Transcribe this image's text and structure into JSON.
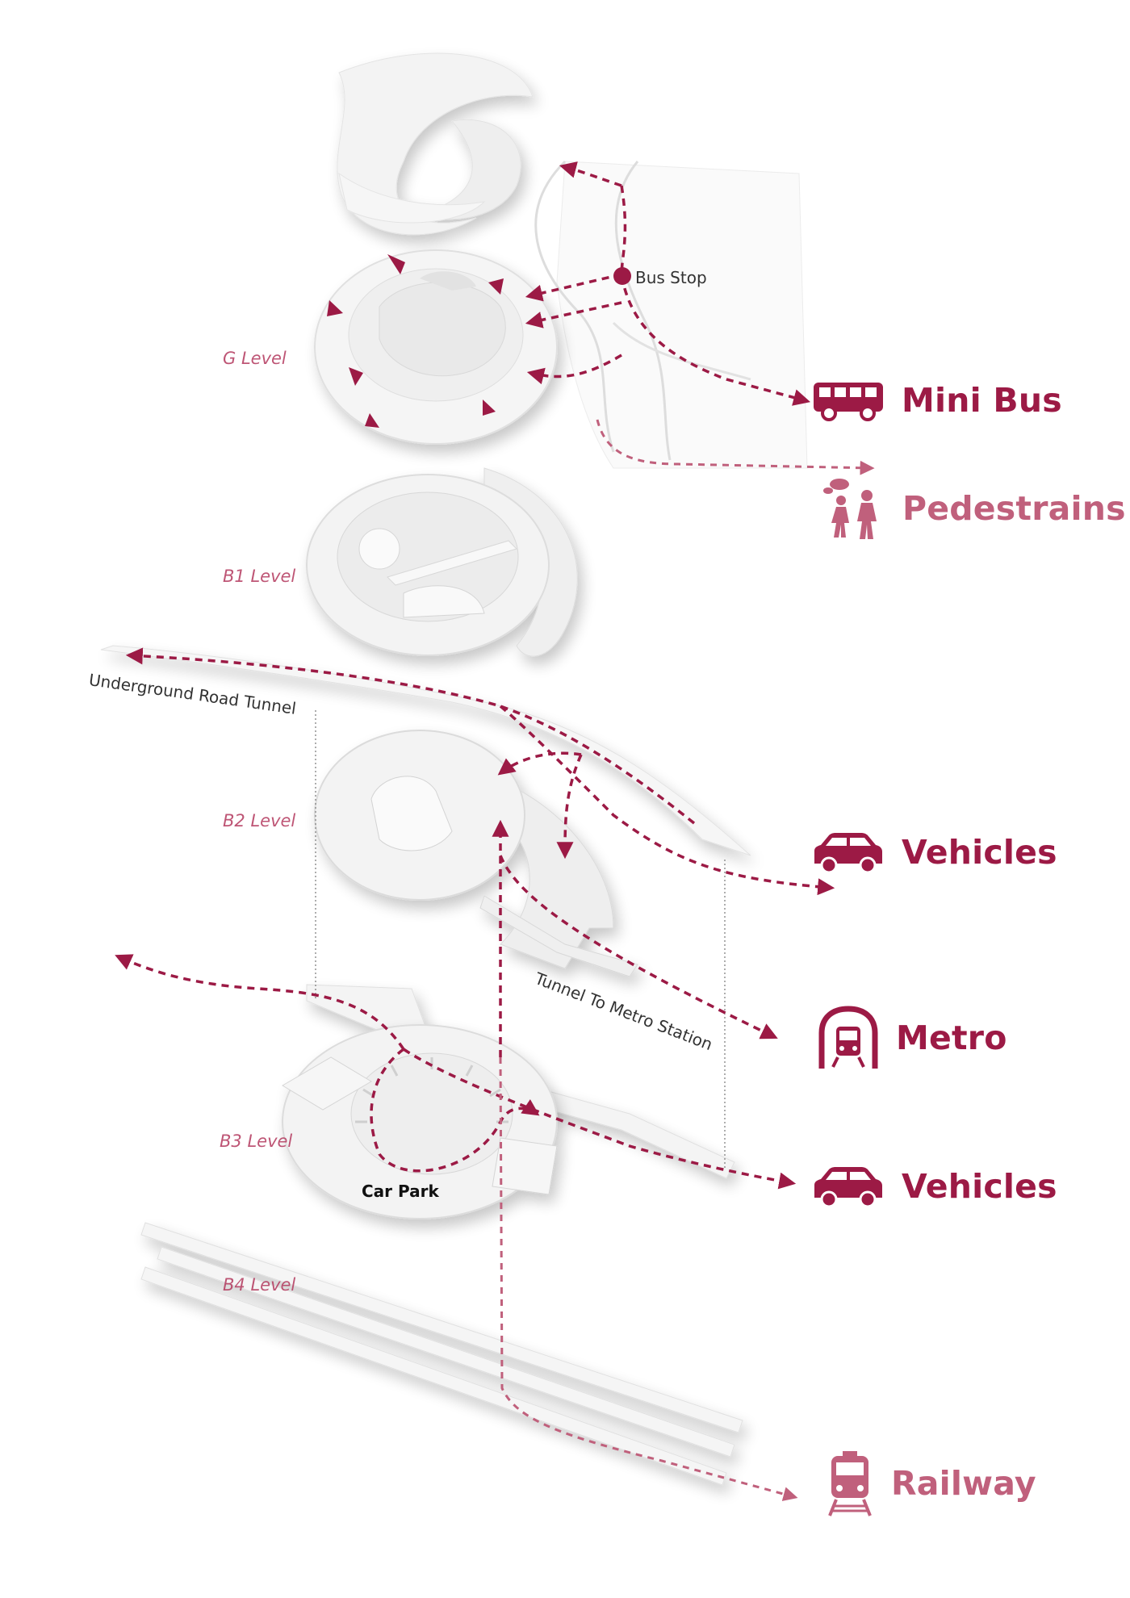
{
  "colors": {
    "accent_dark": "#9c1a45",
    "accent_light": "#c0607c",
    "model_white": "#f4f4f4"
  },
  "levels": {
    "g": "G Level",
    "b1": "B1 Level",
    "b2": "B2 Level",
    "b3": "B3 Level",
    "b4": "B4 Level"
  },
  "annotations": {
    "bus_stop": "Bus Stop",
    "underground_road_tunnel": "Underground Road Tunnel",
    "tunnel_to_metro": "Tunnel To Metro Station",
    "car_park": "Car Park"
  },
  "legend": [
    {
      "key": "minibus",
      "label": "Mini Bus",
      "icon": "minibus-icon",
      "color": "#9c1a45"
    },
    {
      "key": "pedestrians",
      "label": "Pedestrains",
      "icon": "pedestrians-icon",
      "color": "#c0607c"
    },
    {
      "key": "vehicles_b2",
      "label": "Vehicles",
      "icon": "car-icon",
      "color": "#9c1a45"
    },
    {
      "key": "metro",
      "label": "Metro",
      "icon": "metro-icon",
      "color": "#9c1a45"
    },
    {
      "key": "vehicles_b3",
      "label": "Vehicles",
      "icon": "car-icon",
      "color": "#9c1a45"
    },
    {
      "key": "railway",
      "label": "Railway",
      "icon": "train-icon",
      "color": "#c0607c"
    }
  ]
}
